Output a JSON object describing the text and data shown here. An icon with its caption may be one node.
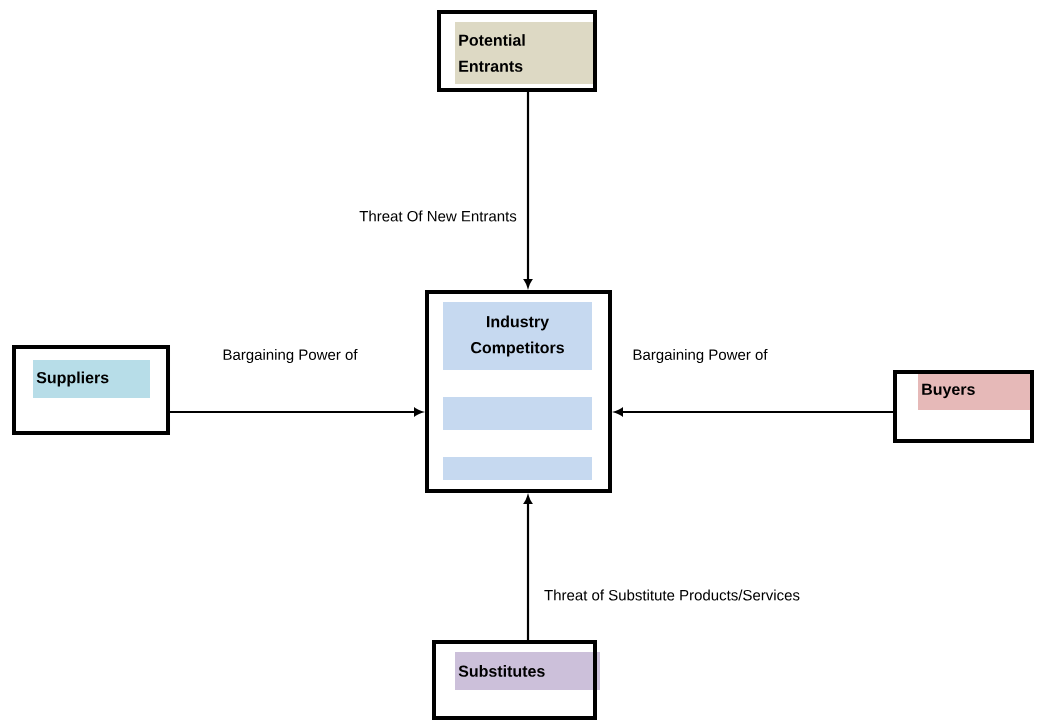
{
  "diagram": {
    "nodes": [
      {
        "text": [
          "Potential Entrants"
        ]
      },
      {
        "text": [
          "Industry Competitors"
        ]
      },
      {
        "text": [],
        "shape": "bar",
        "in": 1
      },
      {
        "text": [],
        "shape": "bar",
        "in": 1
      },
      {
        "text": [
          "Suppliers"
        ]
      },
      {
        "text": [
          "Buyers"
        ]
      },
      {
        "text": [
          "Substitutes"
        ]
      }
    ],
    "edges": [
      {
        "from": 0,
        "to": 1,
        "arrow": "to",
        "label": "Threat Of New Entrants"
      },
      {
        "from": 4,
        "to": 1,
        "arrow": "to",
        "label": "Bargaining Power of"
      },
      {
        "from": 5,
        "to": 1,
        "arrow": "to",
        "label": "Bargaining Power of"
      },
      {
        "from": 6,
        "to": 1,
        "arrow": "to",
        "label": "Threat of Substitute Products/Services"
      }
    ]
  }
}
